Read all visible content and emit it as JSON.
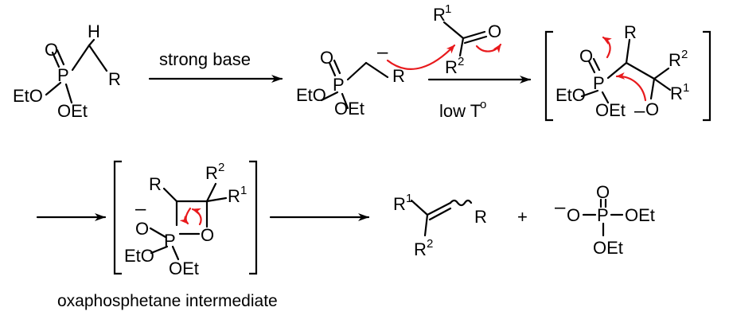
{
  "colors": {
    "ink": "#000000",
    "electron_arrow": "#e8191c",
    "background": "#ffffff"
  },
  "atoms": {
    "phosphorus": "P",
    "oxygen": "O",
    "ethoxy": "EtO",
    "ethoxy_right": "OEt",
    "hydrogen": "H",
    "r": "R",
    "r_base": "R",
    "sup_1": "1",
    "sup_2": "2",
    "minus": "–",
    "plus": "+"
  },
  "conditions": {
    "step1_reagent": "strong base",
    "step2_condition": "low T",
    "step2_degree": "o"
  },
  "caption": "oxaphosphetane intermediate"
}
